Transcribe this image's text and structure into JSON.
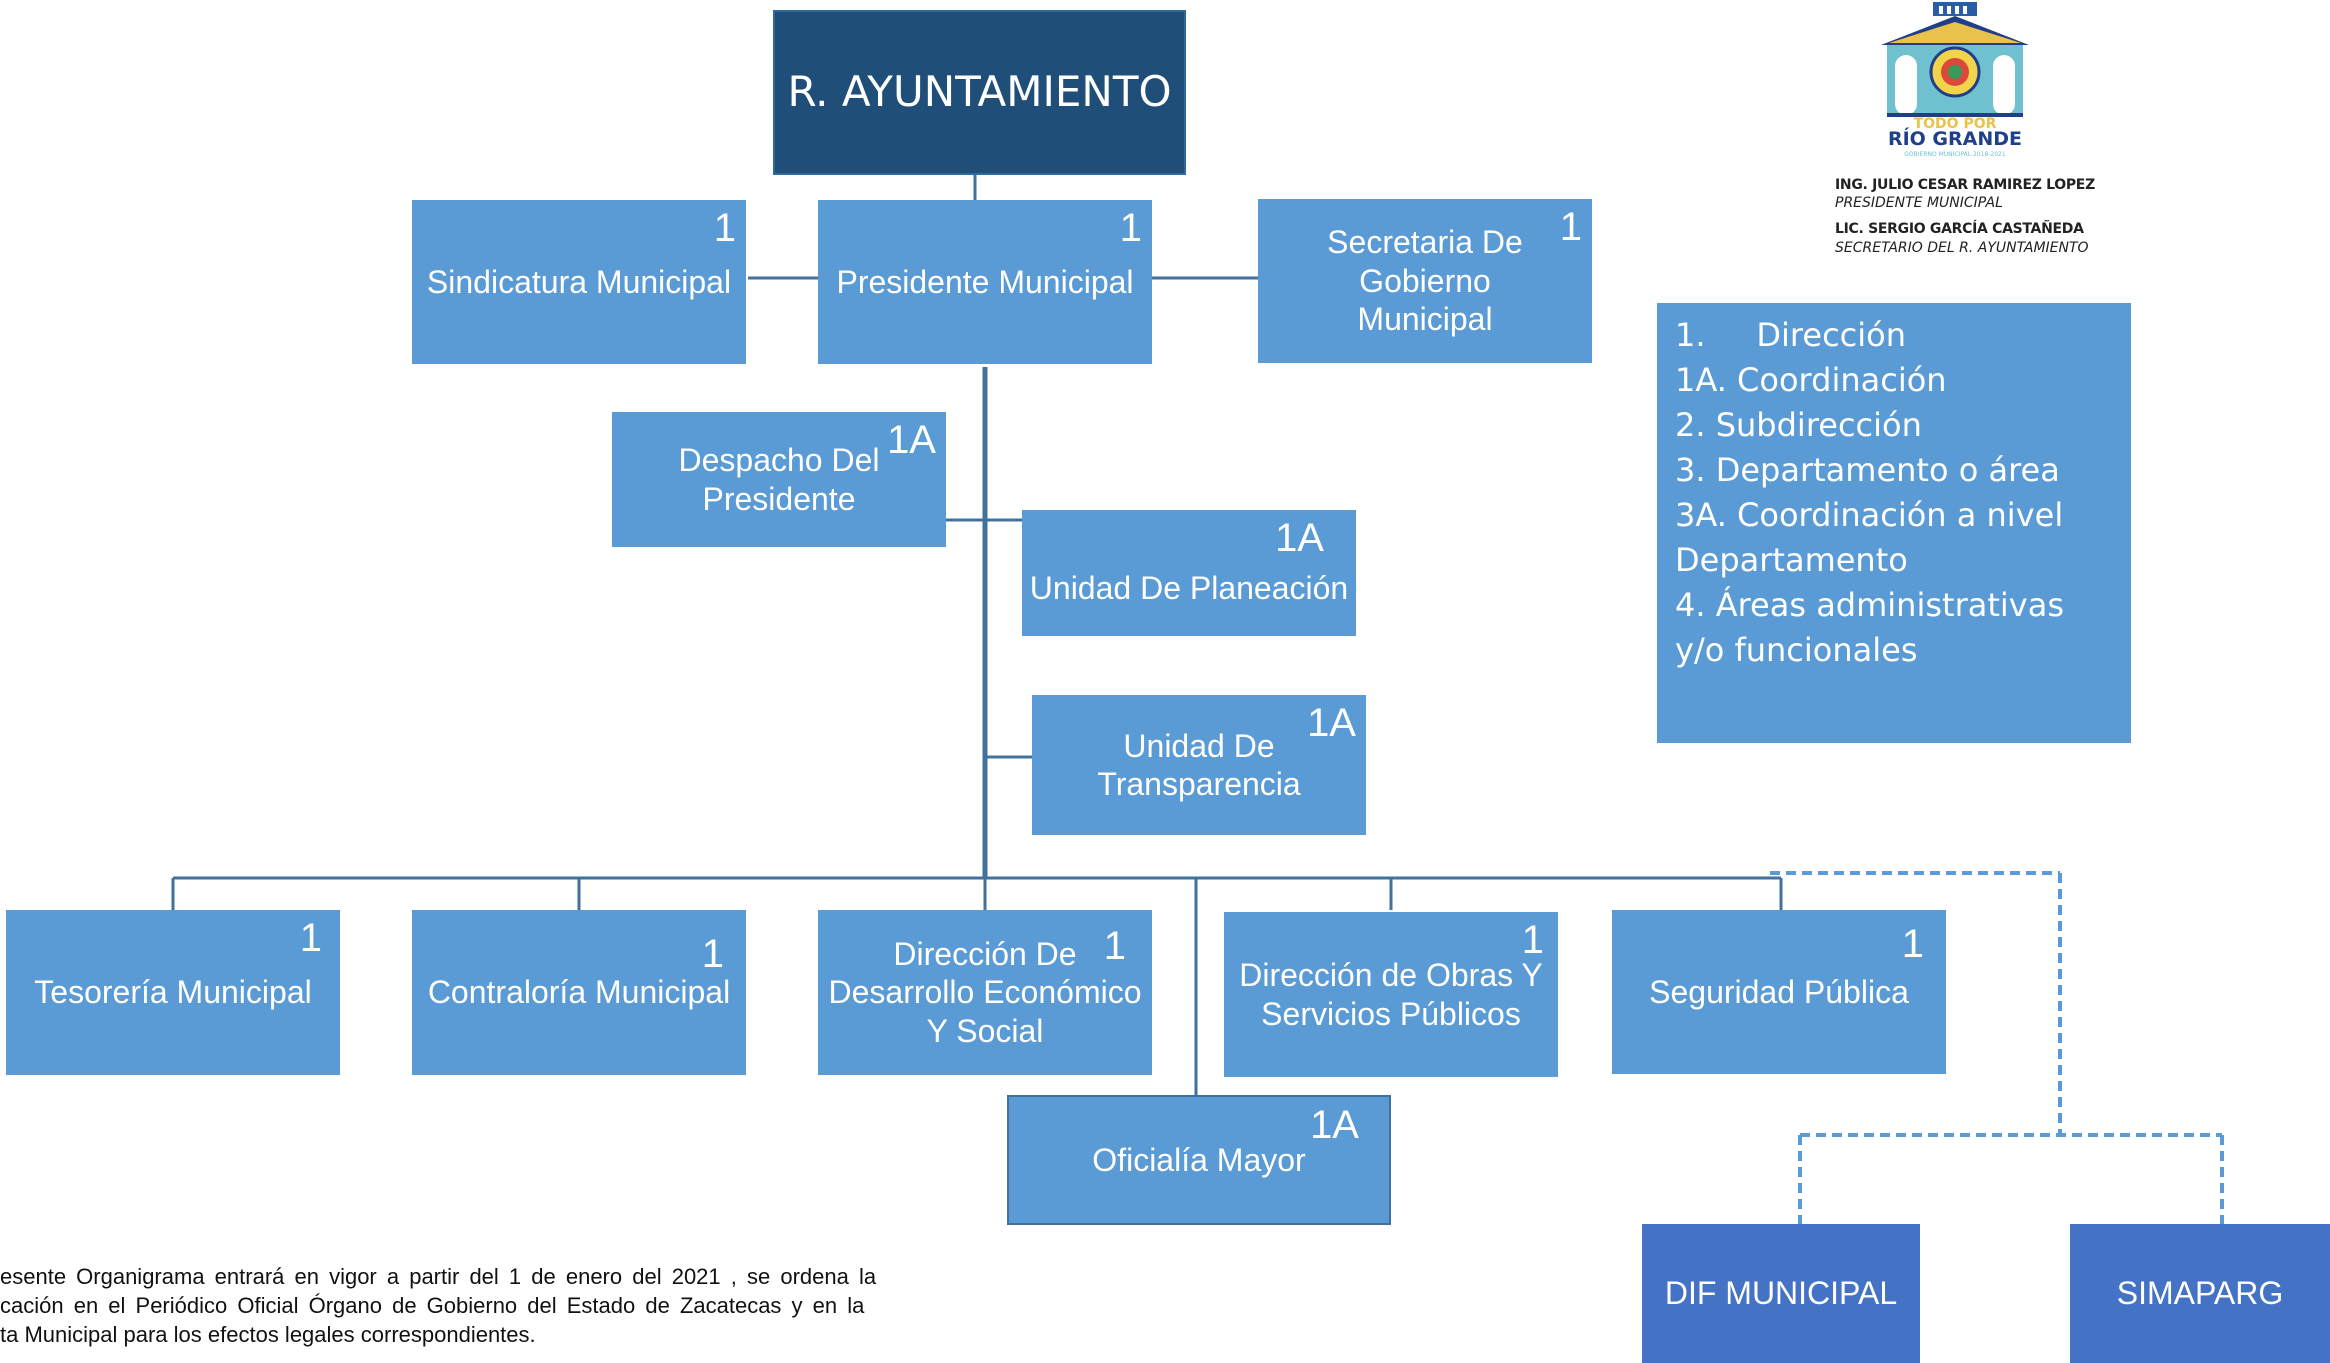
{
  "root": {
    "label": "R. AYUNTAMIENTO"
  },
  "top_row": [
    {
      "id": "sindicatura",
      "label": "Sindicatura Municipal",
      "level": "1"
    },
    {
      "id": "presidente",
      "label": "Presidente Municipal",
      "level": "1"
    },
    {
      "id": "secretaria",
      "label": "Secretaria De Gobierno Municipal",
      "level": "1"
    }
  ],
  "staff": [
    {
      "id": "despacho",
      "label": "Despacho Del Presidente",
      "level": "1A"
    },
    {
      "id": "planeacion",
      "label": "Unidad De Planeación",
      "level": "1A"
    },
    {
      "id": "transparencia",
      "label": "Unidad De Transparencia",
      "level": "1A"
    }
  ],
  "departments": [
    {
      "id": "tesoreria",
      "label": "Tesorería Municipal",
      "level": "1"
    },
    {
      "id": "contraloria",
      "label": "Contraloría Municipal",
      "level": "1"
    },
    {
      "id": "desarrollo",
      "label": "Dirección De Desarrollo Económico Y Social",
      "level": "1"
    },
    {
      "id": "obras",
      "label": "Dirección de Obras Y Servicios Públicos",
      "level": "1"
    },
    {
      "id": "seguridad",
      "label": "Seguridad Pública",
      "level": "1"
    }
  ],
  "oficialia": {
    "label": "Oficialía Mayor",
    "level": "1A"
  },
  "decentralized": [
    {
      "id": "dif",
      "label": "DIF MUNICIPAL"
    },
    {
      "id": "simaparg",
      "label": "SIMAPARG"
    }
  ],
  "legend": {
    "items": [
      "1.     Dirección",
      "1A. Coordinación",
      "2. Subdirección",
      "3. Departamento o área",
      "3A. Coordinación a nivel Departamento",
      "4. Áreas administrativas y/o funcionales"
    ]
  },
  "logo": {
    "text_line1": "TODO POR",
    "text_line2": "RÍO GRANDE",
    "text_line3": "GOBIERNO MUNICIPAL 2018-2021"
  },
  "credits": [
    {
      "name": "ING. JULIO CESAR RAMIREZ LOPEZ",
      "role": "PRESIDENTE MUNICIPAL"
    },
    {
      "name": "LIC. SERGIO GARCÍA CASTAÑEDA",
      "role": "SECRETARIO DEL R. AYUNTAMIENTO"
    }
  ],
  "note": {
    "lines": [
      "esente Organigrama entrará en vigor a partir del 1 de enero del 2021 , se ordena la",
      "cación  en el Periódico Oficial Órgano de Gobierno del Estado de Zacatecas y en la",
      "ta Municipal para los efectos legales correspondientes."
    ]
  },
  "colors": {
    "box": "#5b9bd5",
    "root": "#1f4e79",
    "royal": "#4472c4",
    "line": "#41719c"
  }
}
